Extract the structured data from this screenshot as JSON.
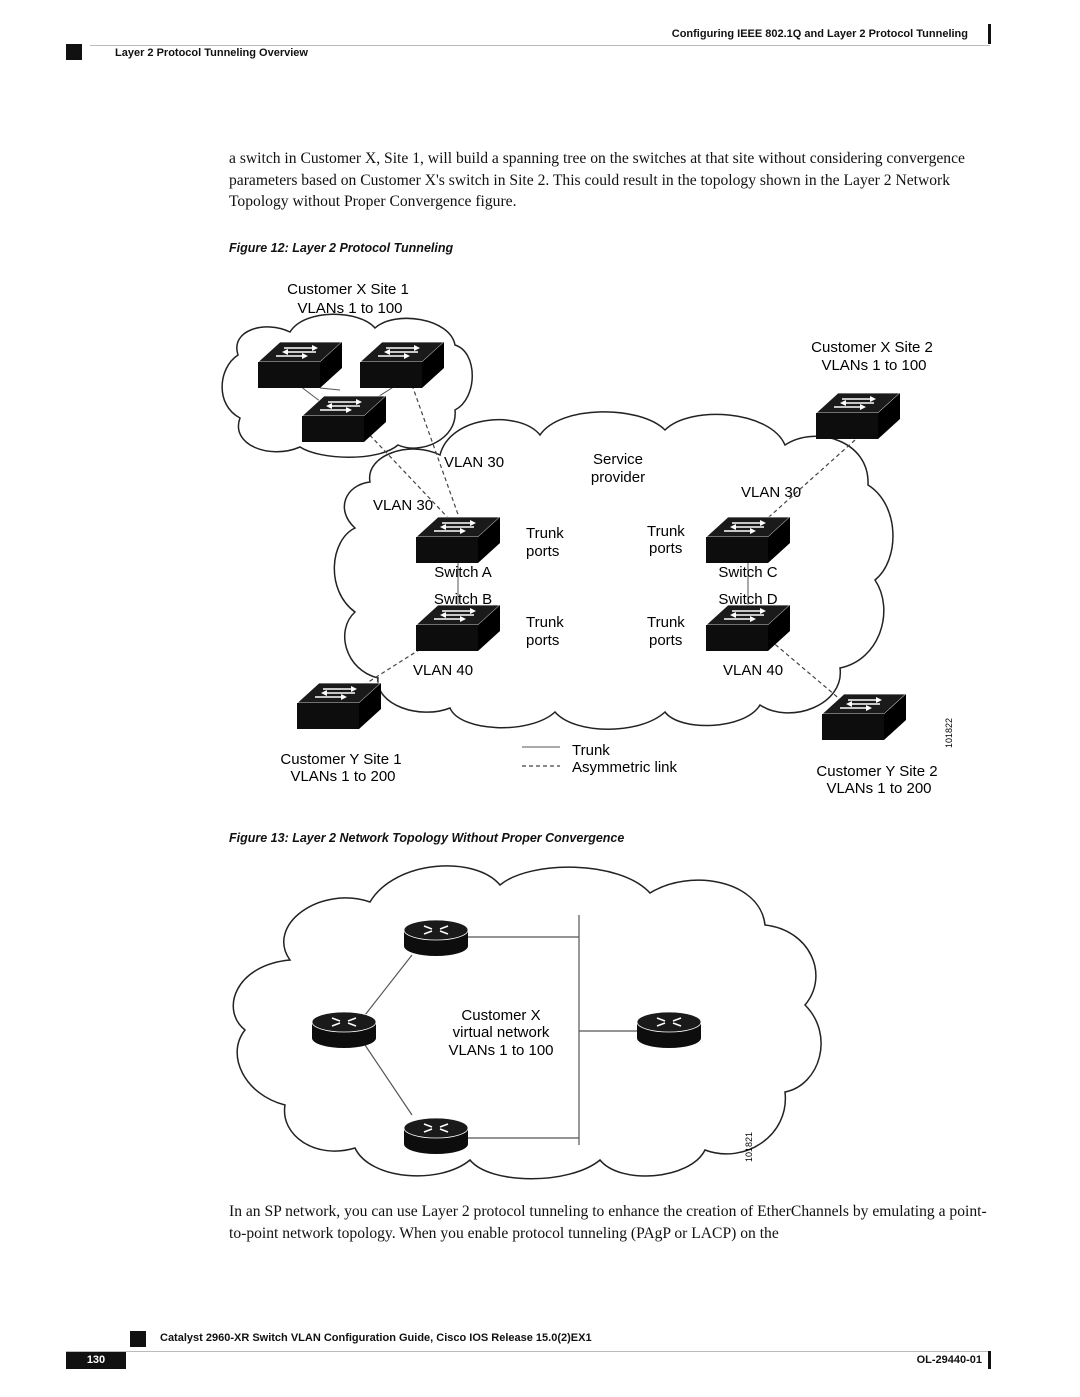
{
  "header": {
    "chapter_title": "Configuring IEEE 802.1Q and Layer 2 Protocol Tunneling",
    "section_title": "Layer 2 Protocol Tunneling Overview"
  },
  "body": {
    "intro_paragraph": "a switch in Customer X, Site 1, will build a spanning tree on the switches at that site without considering convergence parameters based on Customer X's switch in Site 2. This could result in the topology shown in the Layer 2 Network Topology without Proper Convergence figure.",
    "closing_paragraph": "In an SP network, you can use Layer 2 protocol tunneling to enhance the creation of EtherChannels by emulating a point-to-point network topology. When you enable protocol tunneling (PAgP or LACP) on the"
  },
  "figure12": {
    "caption": "Figure 12: Layer 2 Protocol Tunneling",
    "cust_x_site1_line1": "Customer X Site 1",
    "cust_x_site1_line2": "VLANs 1 to 100",
    "cust_x_site2_line1": "Customer X Site 2",
    "cust_x_site2_line2": "VLANs 1 to 100",
    "cust_y_site1_line1": "Customer Y Site 1",
    "cust_y_site1_line2": "VLANs 1 to 200",
    "cust_y_site2_line1": "Customer Y Site 2",
    "cust_y_site2_line2": "VLANs 1 to 200",
    "service_line1": "Service",
    "service_line2": "provider",
    "vlan30": "VLAN 30",
    "vlan40": "VLAN 40",
    "trunk": "Trunk",
    "ports": "ports",
    "switch_a": "Switch A",
    "switch_b": "Switch B",
    "switch_c": "Switch C",
    "switch_d": "Switch D",
    "legend_trunk": "Trunk",
    "legend_asym": "Asymmetric link",
    "figure_id": "101822"
  },
  "figure13": {
    "caption": "Figure 13: Layer 2 Network Topology Without Proper Convergence",
    "label_line1": "Customer X",
    "label_line2": "virtual network",
    "label_line3": "VLANs 1 to 100",
    "figure_id": "101821"
  },
  "footer": {
    "guide_title": "Catalyst 2960-XR Switch VLAN Configuration Guide, Cisco IOS Release 15.0(2)EX1",
    "page_number": "130",
    "doc_number": "OL-29440-01"
  }
}
